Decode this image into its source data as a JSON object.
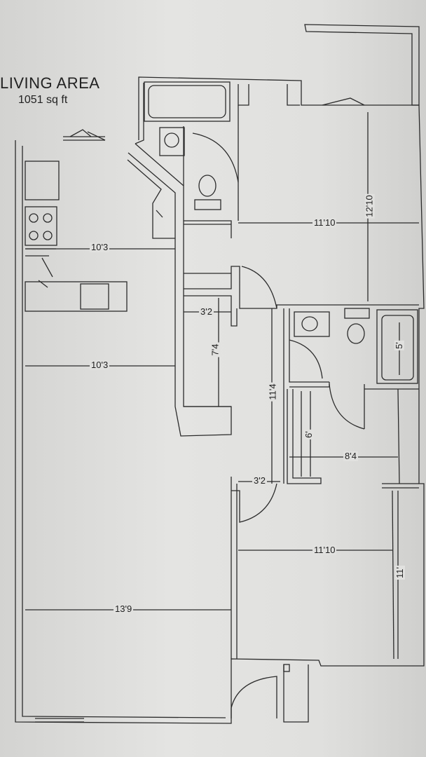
{
  "header": {
    "title": "LIVING AREA",
    "area": "1051 sq ft"
  },
  "dimensions": {
    "kitchen_width_1": "10'3",
    "kitchen_width_2": "10'3",
    "living_width": "13'9",
    "closet_width": "3'2",
    "closet_depth": "7'4",
    "hall_length": "11'4",
    "entry_closet_width": "3'2",
    "bedroom1_width": "11'10",
    "bedroom1_depth": "12'10",
    "bath2_tub": "5'",
    "walkin_depth": "6'",
    "walkin_width": "8'4",
    "bedroom2_width": "11'10",
    "bedroom2_depth": "11'"
  },
  "colors": {
    "paper": "#e1e1df",
    "line": "#2b2b2b"
  }
}
